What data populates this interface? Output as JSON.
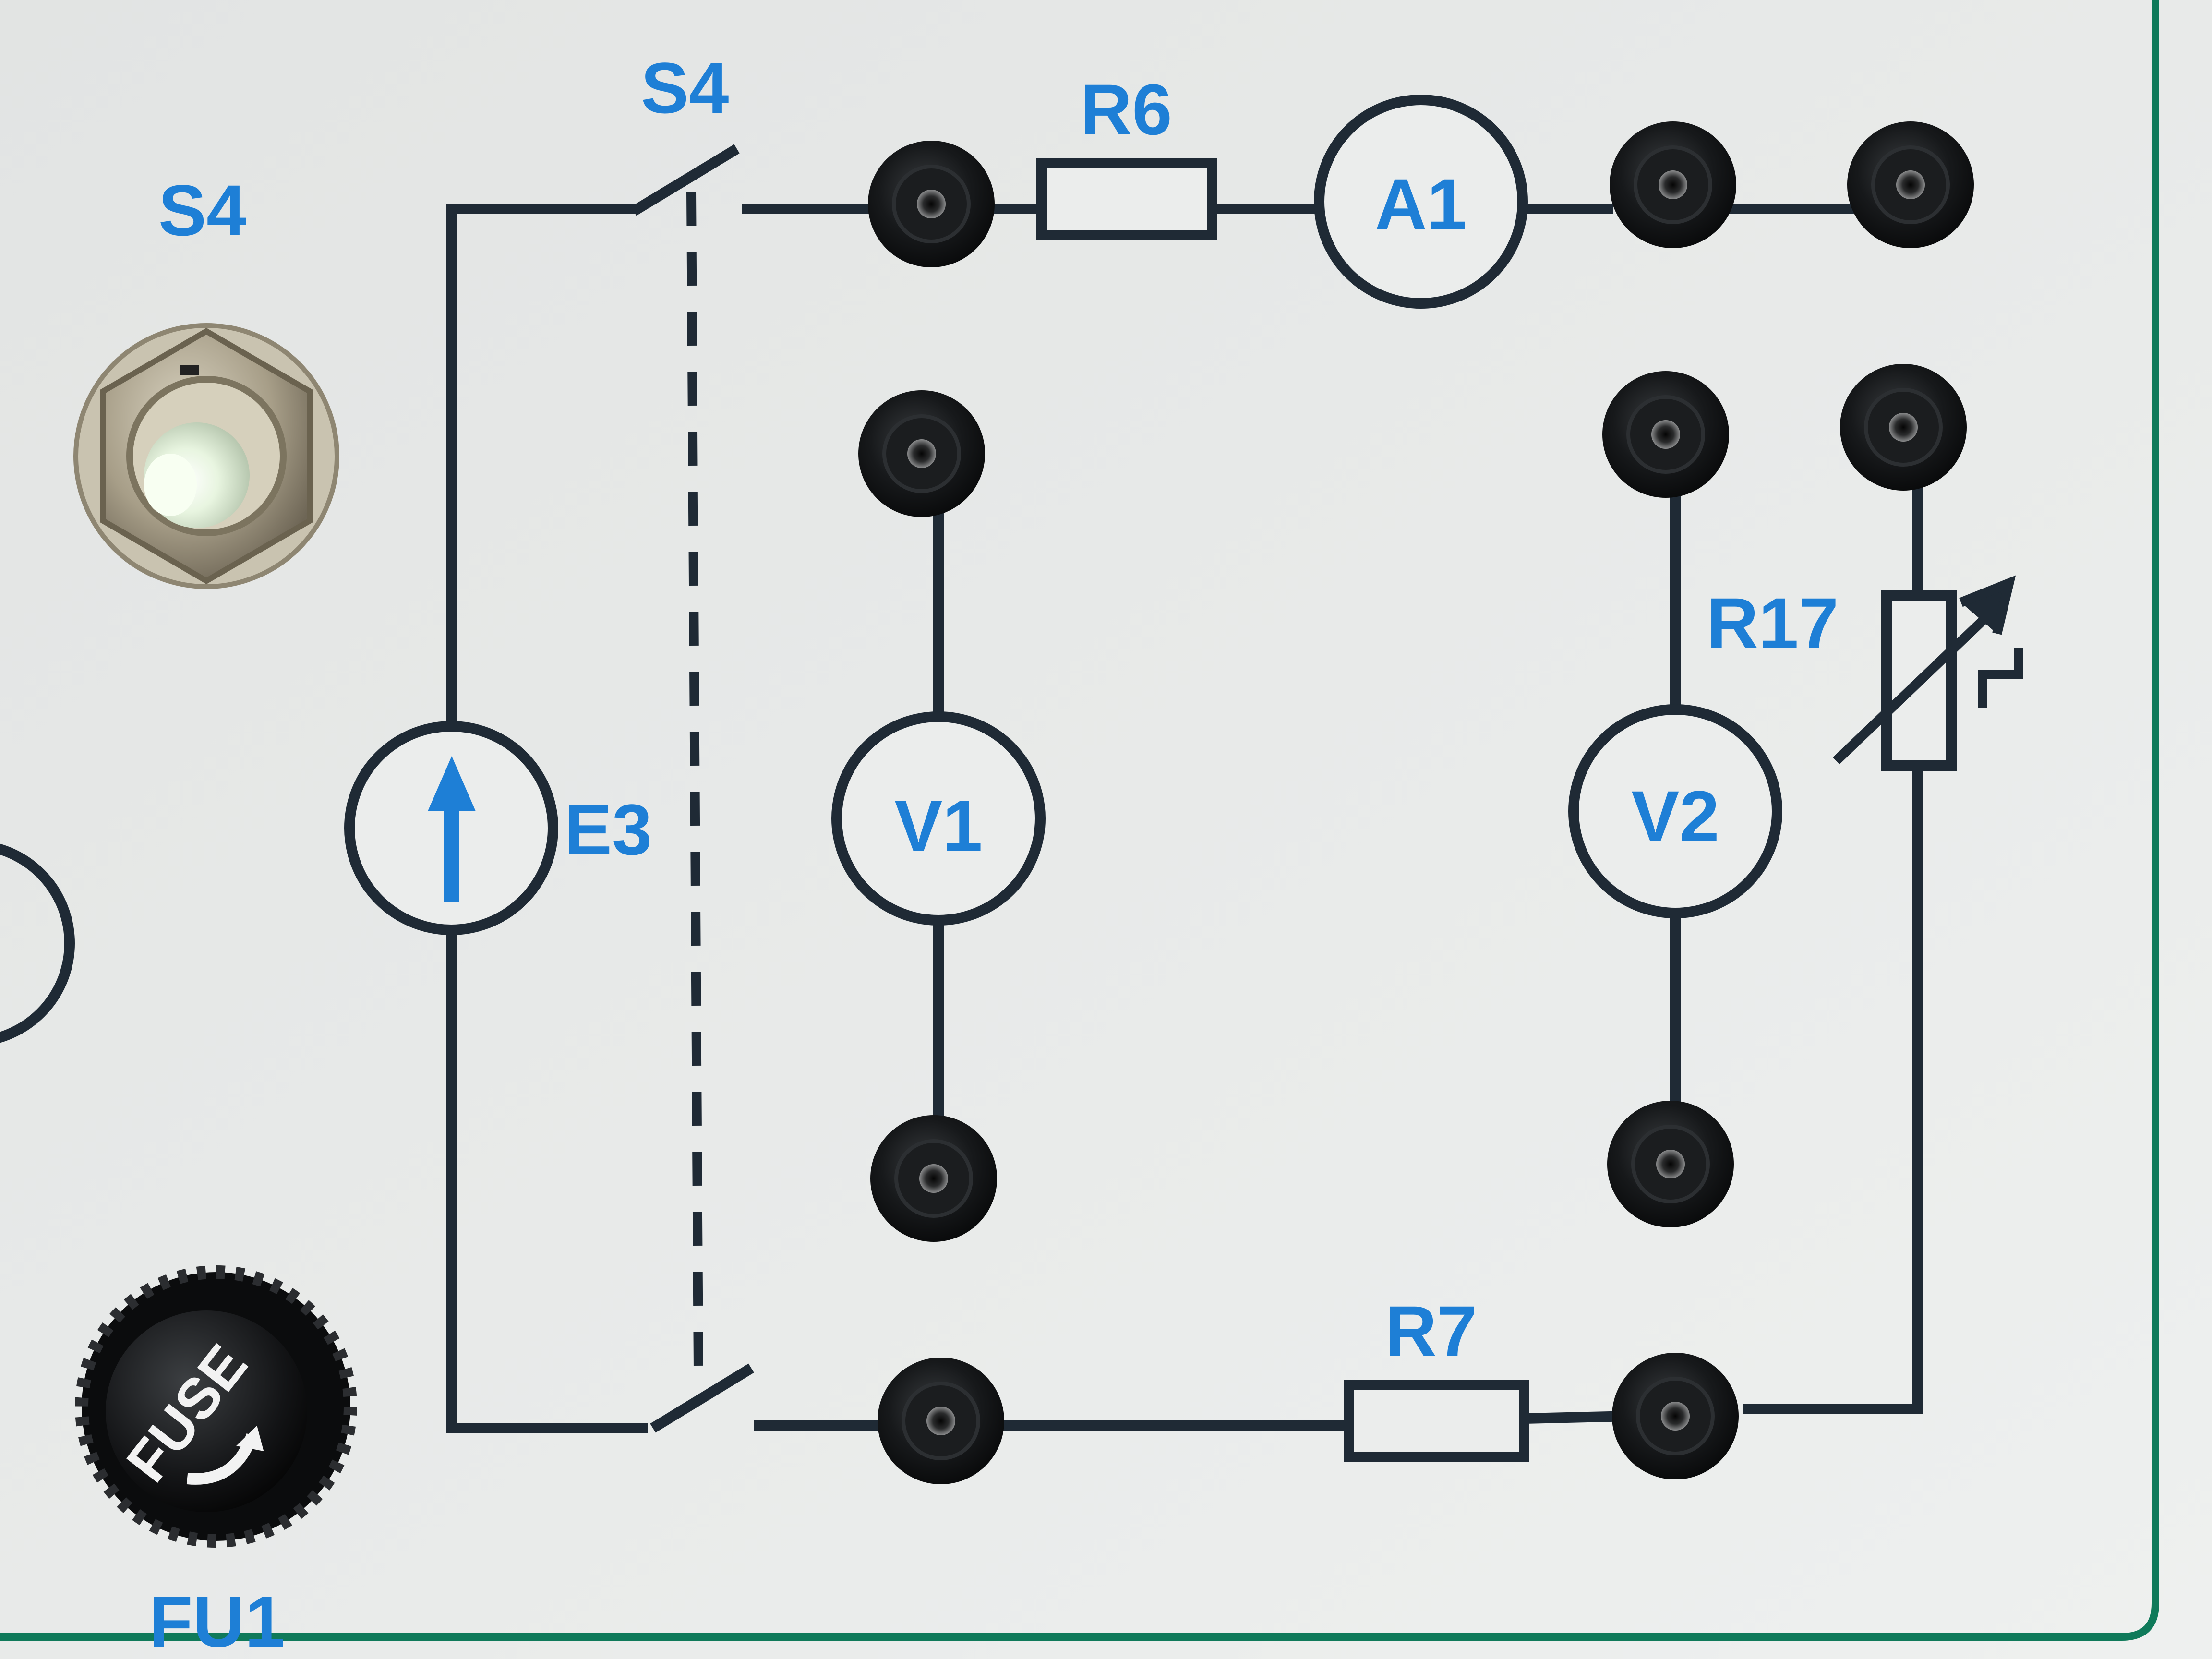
{
  "panel": {
    "colors": {
      "panel_face": "#ebedec",
      "wire": "#1f2a35",
      "label_blue": "#1e7fd6",
      "border_green": "#0f7a5a",
      "socket_black": "#141618"
    }
  },
  "labels": {
    "switch_top": "S4",
    "switch_left": "S4",
    "resistor_r6": "R6",
    "ammeter": "A1",
    "source": "E3",
    "voltmeter_1": "V1",
    "voltmeter_2": "V2",
    "rheostat": "R17",
    "resistor_r7": "R7",
    "fuse_holder_label": "FU1",
    "fuse_cap_text": "FUSE"
  },
  "icons": {
    "sockets": "banana-socket-icon",
    "indicator": "indicator-lamp-icon",
    "fuse": "fuse-holder-icon",
    "source_arrow": "arrow-up-icon",
    "rheostat_arrow": "adjustable-arrow-icon"
  }
}
